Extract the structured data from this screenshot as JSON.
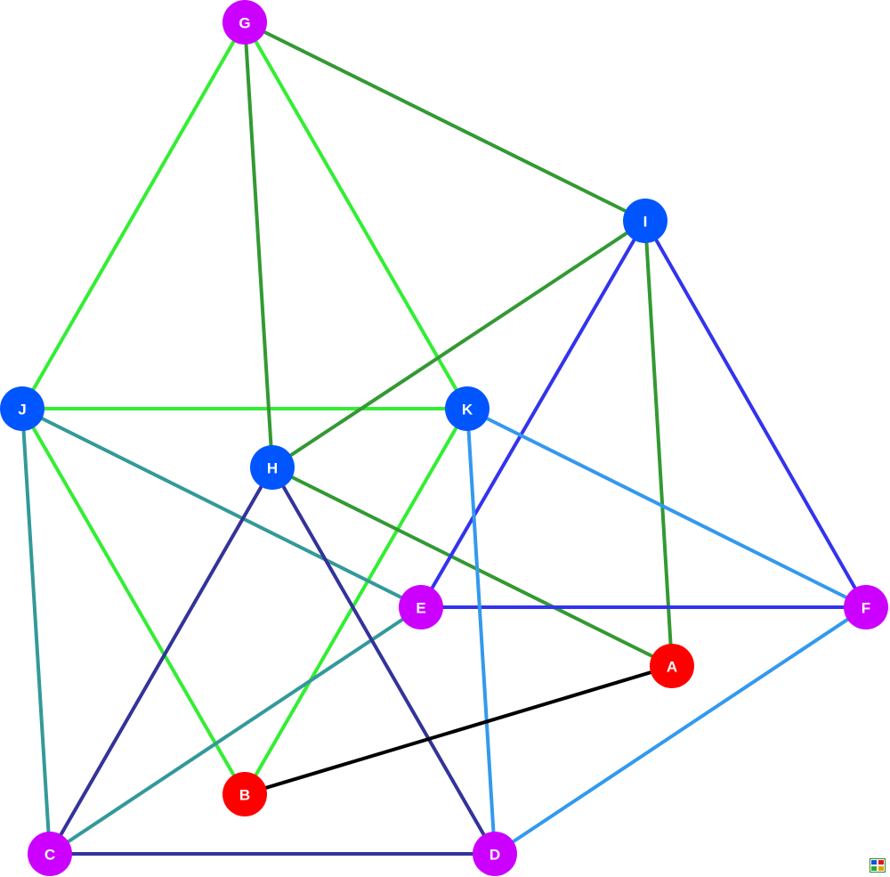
{
  "nodes": [
    {
      "id": "A",
      "label": "A",
      "color": "#ff0000"
    },
    {
      "id": "B",
      "label": "B",
      "color": "#ff0000"
    },
    {
      "id": "C",
      "label": "C",
      "color": "#cc00ff"
    },
    {
      "id": "D",
      "label": "D",
      "color": "#cc00ff"
    },
    {
      "id": "E",
      "label": "E",
      "color": "#cc00ff"
    },
    {
      "id": "F",
      "label": "F",
      "color": "#cc00ff"
    },
    {
      "id": "G",
      "label": "G",
      "color": "#cc00ff"
    },
    {
      "id": "H",
      "label": "H",
      "color": "#0055ff"
    },
    {
      "id": "I",
      "label": "I",
      "color": "#0055ff"
    },
    {
      "id": "J",
      "label": "J",
      "color": "#0055ff"
    },
    {
      "id": "K",
      "label": "K",
      "color": "#0055ff"
    }
  ],
  "edges": [
    {
      "from": "G",
      "to": "J",
      "color": "#33ee33"
    },
    {
      "from": "G",
      "to": "K",
      "color": "#33ee33"
    },
    {
      "from": "J",
      "to": "K",
      "color": "#33ee33"
    },
    {
      "from": "J",
      "to": "B",
      "color": "#33ee33"
    },
    {
      "from": "K",
      "to": "B",
      "color": "#33ee33"
    },
    {
      "from": "G",
      "to": "H",
      "color": "#339933"
    },
    {
      "from": "G",
      "to": "I",
      "color": "#339933"
    },
    {
      "from": "I",
      "to": "H",
      "color": "#339933"
    },
    {
      "from": "I",
      "to": "A",
      "color": "#339933"
    },
    {
      "from": "H",
      "to": "A",
      "color": "#339933"
    },
    {
      "from": "J",
      "to": "E",
      "color": "#339999"
    },
    {
      "from": "J",
      "to": "C",
      "color": "#339999"
    },
    {
      "from": "E",
      "to": "C",
      "color": "#339999"
    },
    {
      "from": "I",
      "to": "E",
      "color": "#3333ee"
    },
    {
      "from": "I",
      "to": "F",
      "color": "#3333ee"
    },
    {
      "from": "E",
      "to": "F",
      "color": "#3333ee"
    },
    {
      "from": "K",
      "to": "F",
      "color": "#3399ee"
    },
    {
      "from": "K",
      "to": "D",
      "color": "#3399ee"
    },
    {
      "from": "F",
      "to": "D",
      "color": "#3399ee"
    },
    {
      "from": "H",
      "to": "C",
      "color": "#333399"
    },
    {
      "from": "H",
      "to": "D",
      "color": "#333399"
    },
    {
      "from": "C",
      "to": "D",
      "color": "#333399"
    },
    {
      "from": "B",
      "to": "A",
      "color": "#000000"
    }
  ],
  "logo": {
    "name": "ed-logo-icon"
  }
}
